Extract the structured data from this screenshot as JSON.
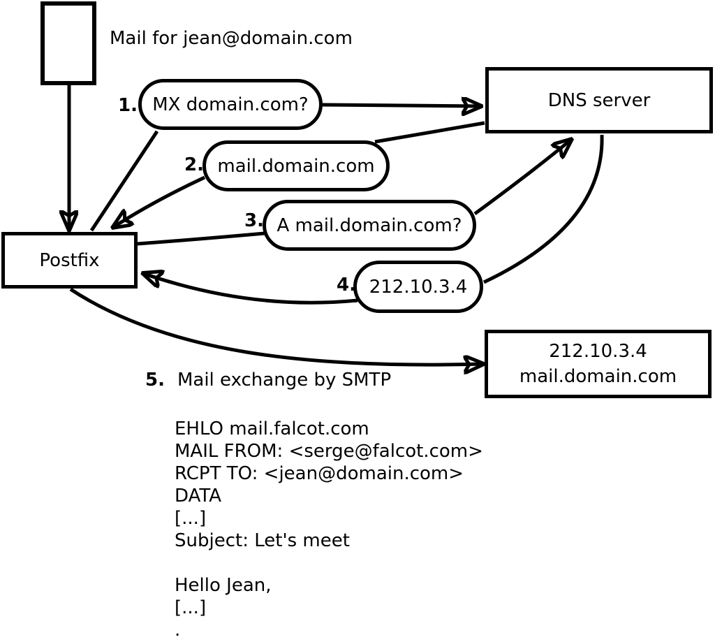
{
  "diagram": {
    "title_hint": "Postfix mail delivery with DNS resolution",
    "colors": {
      "stroke": "#000000",
      "background": "#ffffff"
    },
    "intro_label": "Mail for jean@domain.com",
    "nodes": {
      "postfix": "Postfix",
      "dns_server": "DNS server",
      "destination_line1": "212.10.3.4",
      "destination_line2": "mail.domain.com"
    },
    "steps": [
      {
        "num": "1.",
        "label": "MX domain.com?"
      },
      {
        "num": "2.",
        "label": "mail.domain.com"
      },
      {
        "num": "3.",
        "label": "A mail.domain.com?"
      },
      {
        "num": "4.",
        "label": "212.10.3.4"
      },
      {
        "num": "5.",
        "label": "Mail exchange by SMTP"
      }
    ],
    "smtp_session": [
      "EHLO mail.falcot.com",
      "MAIL FROM: <serge@falcot.com>",
      "RCPT TO: <jean@domain.com>",
      "DATA",
      "[...]",
      "Subject: Let's meet",
      "",
      "Hello Jean,",
      "[...]",
      "."
    ]
  }
}
